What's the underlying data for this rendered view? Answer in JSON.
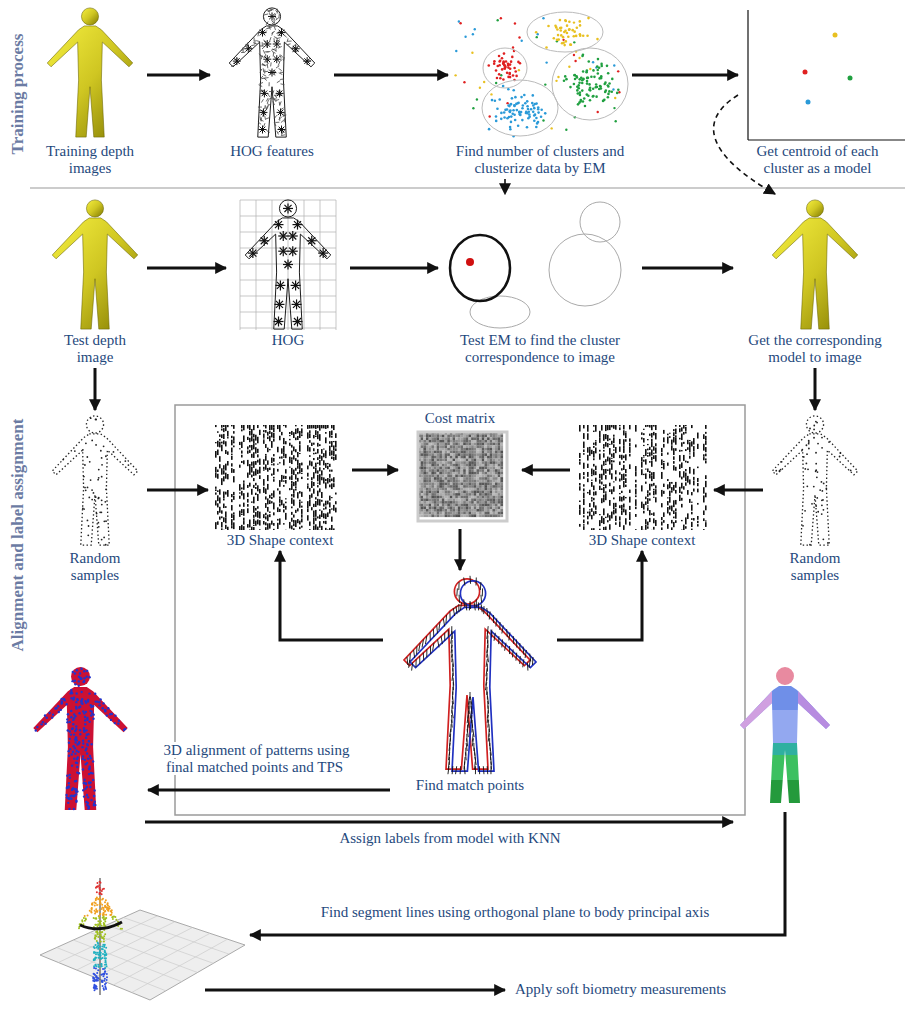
{
  "diagram": {
    "nodes": [
      {
        "text": [
          "Training depth images"
        ]
      },
      {
        "text": [
          "HOG features"
        ]
      },
      {
        "text": [
          "Find number of clusters and clusterize data by EM"
        ]
      },
      {
        "text": [
          "Get centroid of each cluster as a model"
        ]
      },
      {
        "text": [
          "Test depth image"
        ]
      },
      {
        "text": [
          "HOG"
        ]
      },
      {
        "text": [
          "Test EM to find the cluster correspondence to image"
        ]
      },
      {
        "text": [
          "Get the corresponding model to image"
        ]
      },
      {
        "text": [
          "Random samples"
        ]
      },
      {
        "text": [
          "3D Shape context"
        ]
      },
      {
        "text": [
          "Cost matrix"
        ]
      },
      {
        "text": [
          "3D Shape context"
        ]
      },
      {
        "text": [
          "Random samples"
        ]
      },
      {
        "text": [
          "Find match points"
        ]
      }
    ],
    "edges": [
      {
        "from": 0,
        "to": 1,
        "arrow": "to"
      },
      {
        "from": 1,
        "to": 2,
        "arrow": "to"
      },
      {
        "from": 2,
        "to": 3,
        "arrow": "to"
      },
      {
        "from": 4,
        "to": 5,
        "arrow": "to"
      },
      {
        "from": 5,
        "to": 6,
        "arrow": "to"
      },
      {
        "from": 6,
        "to": 7,
        "arrow": "to"
      },
      {
        "from": 2,
        "to": 6,
        "arrow": "to"
      },
      {
        "from": 3,
        "to": 7,
        "arrow": "to"
      },
      {
        "from": 4,
        "to": 8,
        "arrow": "to"
      },
      {
        "from": 7,
        "to": 12,
        "arrow": "to"
      },
      {
        "from": 8,
        "to": 9,
        "arrow": "to"
      },
      {
        "from": 12,
        "to": 11,
        "arrow": "to"
      },
      {
        "from": 9,
        "to": 10,
        "arrow": "to"
      },
      {
        "from": 11,
        "to": 10,
        "arrow": "to"
      },
      {
        "from": 10,
        "to": 13,
        "arrow": "to"
      },
      {
        "from": 13,
        "to": 9,
        "arrow": "to"
      },
      {
        "from": 13,
        "to": 11,
        "arrow": "to"
      }
    ],
    "labels": [
      "Training process",
      "Alignment and label assignment",
      "3D alignment of patterns using final matched points and TPS",
      "Assign labels from model with KNN",
      "Find segment lines using orthogonal plane to body principal axis",
      "Apply soft biometry measurements"
    ]
  }
}
